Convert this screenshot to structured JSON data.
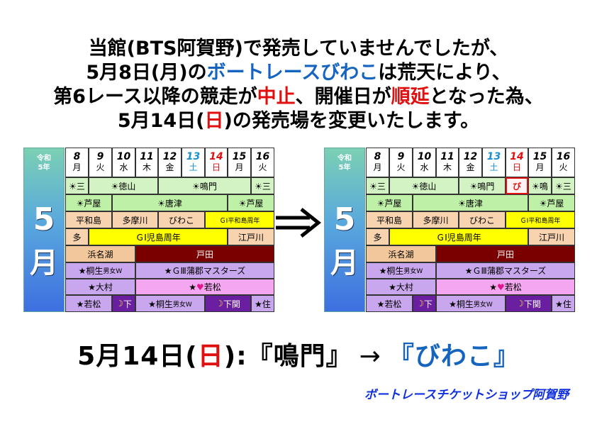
{
  "headline": {
    "line1": "当館(BTS阿賀野)で発売していませんでしたが、",
    "line2_a": "5月8日(月)の",
    "line2_b": "ボートレースびわこ",
    "line2_c": "は荒天により、",
    "line3_a": "第6レース以降の競走が",
    "line3_b": "中止",
    "line3_c": "、開催日が",
    "line3_d": "順延",
    "line3_e": "となった為、",
    "line4_a": "5月14日(",
    "line4_b": "日",
    "line4_c": ")の発売場を変更いたします。"
  },
  "colors": {
    "accent_blue": "#1565c0",
    "accent_red": "#e01010",
    "footer_blue": "#1030e0"
  },
  "calendar": {
    "era": "令和\n5年",
    "month_num": "5",
    "month_kanji": "月",
    "dates": [
      {
        "num": "8",
        "wd": "月"
      },
      {
        "num": "9",
        "wd": "火"
      },
      {
        "num": "10",
        "wd": "水"
      },
      {
        "num": "11",
        "wd": "木"
      },
      {
        "num": "12",
        "wd": "金"
      },
      {
        "num": "13",
        "wd": "土"
      },
      {
        "num": "14",
        "wd": "日"
      },
      {
        "num": "15",
        "wd": "月"
      },
      {
        "num": "16",
        "wd": "火"
      }
    ]
  },
  "before": {
    "r1": [
      "☀三",
      "☀徳山",
      "☀鳴門",
      "☀三"
    ],
    "r2": [
      "☀芦屋",
      "☀唐津",
      "☀芦屋"
    ],
    "r3": [
      "平和島",
      "多摩川",
      "びわこ",
      "ＧⅠ平和島周年"
    ],
    "r4": [
      "多",
      "ＧⅠ児島周年",
      "江戸川"
    ],
    "r5": [
      "浜名湖",
      "戸田"
    ],
    "r6": [
      "★桐生",
      "男女W",
      "★ＧⅢ蒲郡マスターズ"
    ],
    "r7": [
      "★大村",
      "★",
      "若松"
    ],
    "r8": [
      "★若松",
      "下",
      "★桐生",
      "男女W",
      "下関",
      "★住"
    ]
  },
  "after": {
    "r1": [
      "☀三",
      "☀徳山",
      "☀鳴門",
      "び",
      "☀鳴",
      "☀三"
    ],
    "r2": [
      "☀芦屋",
      "☀唐津",
      "☀芦屋"
    ],
    "r3": [
      "平和島",
      "多摩川",
      "びわこ",
      "ＧⅠ平和島周年"
    ],
    "r4": [
      "多",
      "ＧⅠ児島周年",
      "江戸川"
    ],
    "r5": [
      "浜名湖",
      "戸田"
    ],
    "r6": [
      "★桐生",
      "男女W",
      "★ＧⅢ蒲郡マスターズ"
    ],
    "r7": [
      "★大村",
      "★",
      "若松"
    ],
    "r8": [
      "★若松",
      "下",
      "★桐生",
      "男女W",
      "下関",
      "★住"
    ]
  },
  "arrow_icon": "double-right-arrow",
  "result": {
    "date_a": "5月14日(",
    "date_b": "日",
    "date_c": "):",
    "from": "『鳴門』",
    "arrow": "→",
    "to": "『びわこ』"
  },
  "footer": "ボートレースチケットショップ阿賀野"
}
